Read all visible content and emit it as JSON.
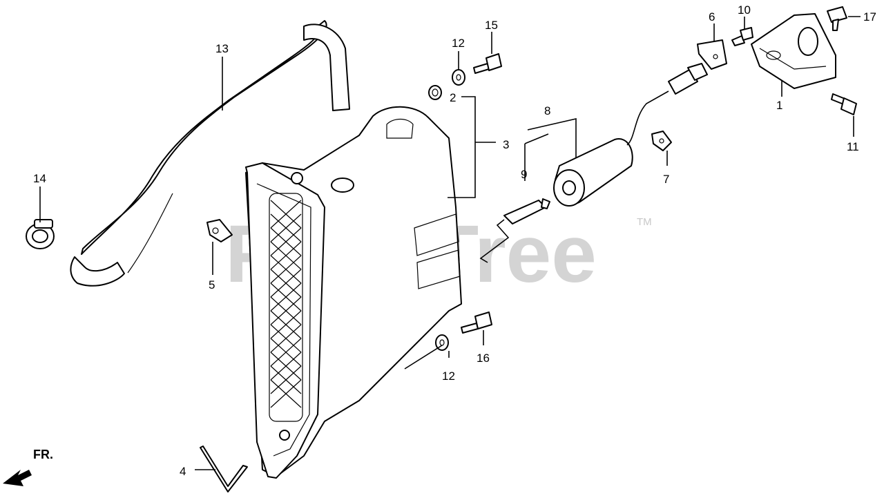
{
  "watermark": {
    "text": "PartsTree",
    "tm": "TM"
  },
  "direction": {
    "label": "FR."
  },
  "callouts": [
    "1",
    "2",
    "3",
    "4",
    "5",
    "6",
    "7",
    "8",
    "9",
    "10",
    "11",
    "12",
    "12",
    "13",
    "14",
    "15",
    "16",
    "17"
  ]
}
